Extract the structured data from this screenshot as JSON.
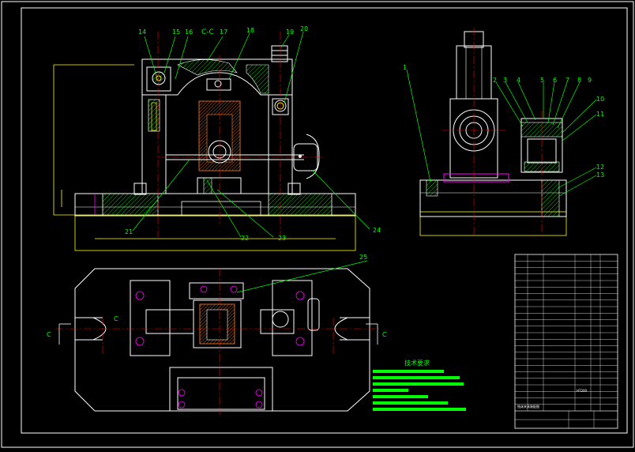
{
  "drawing": {
    "section_label": "C-C",
    "cut_letter": "C",
    "front_labels": [
      "14",
      "15",
      "16",
      "17",
      "18",
      "19",
      "20",
      "21",
      "22",
      "23",
      "24"
    ],
    "side_labels": [
      "1",
      "2",
      "3",
      "4",
      "5",
      "6",
      "7",
      "8",
      "9",
      "10",
      "11",
      "12",
      "13"
    ],
    "plan_labels": [
      "25"
    ],
    "requirements_heading": "技术要求",
    "title_block": {
      "title": "铣床夹具装配图",
      "material": "HT200"
    }
  },
  "colors": {
    "outline": "#ffffff",
    "center": "#ff0000",
    "hatch": "#00ff00",
    "part": "#ffff00",
    "leader": "#00ff00",
    "accent": "#ff00ff",
    "workpiece": "#c86428"
  }
}
